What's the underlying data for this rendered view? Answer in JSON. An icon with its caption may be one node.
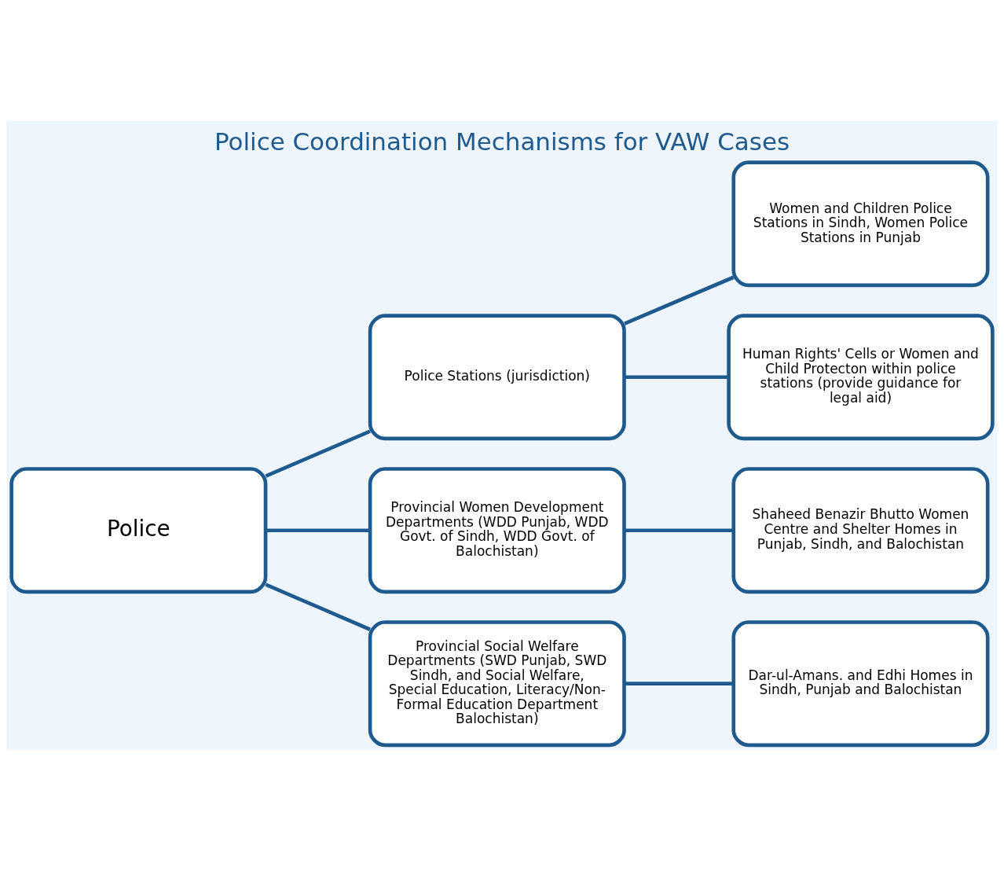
{
  "diagram": {
    "title": "Police Coordination Mechanisms for VAW Cases",
    "nodes": [
      {
        "text": [
          "Police"
        ]
      },
      {
        "text": [
          "Police Stations (jurisdiction)"
        ]
      },
      {
        "text": [
          "Provincial Women Development Departments (WDD Punjab, WDD Govt. of Sindh, WDD Govt. of Balochistan)"
        ]
      },
      {
        "text": [
          "Provincial Social Welfare Departments (SWD Punjab, SWD Sindh, and Social Welfare, Special Education, Literacy/Non-Formal Education Department Balochistan)"
        ]
      },
      {
        "text": [
          "Women and Children Police Stations in Sindh, Women Police Stations in Punjab"
        ]
      },
      {
        "text": [
          "Human Rights' Cells or Women and Child Protecton within police stations (provide guidance for legal aid)"
        ]
      },
      {
        "text": [
          "Shaheed Benazir Bhutto Women Centre and Shelter Homes in Punjab, Sindh, and Balochistan"
        ]
      },
      {
        "text": [
          "Dar-ul-Amans. and Edhi Homes in Sindh, Punjab and Balochistan"
        ]
      }
    ],
    "edges": [
      {
        "from": 0,
        "to": 1,
        "arrow": "none"
      },
      {
        "from": 0,
        "to": 2,
        "arrow": "none"
      },
      {
        "from": 0,
        "to": 3,
        "arrow": "none"
      },
      {
        "from": 1,
        "to": 4,
        "arrow": "none"
      },
      {
        "from": 1,
        "to": 5,
        "arrow": "none"
      },
      {
        "from": 2,
        "to": 6,
        "arrow": "none"
      },
      {
        "from": 3,
        "to": 7,
        "arrow": "none"
      }
    ]
  }
}
